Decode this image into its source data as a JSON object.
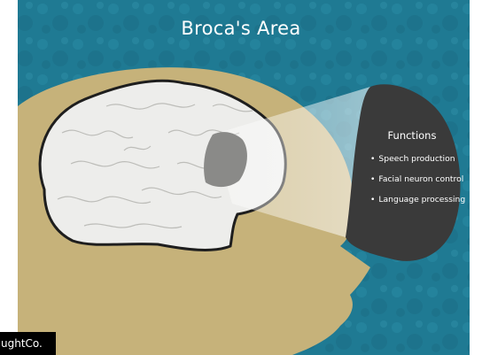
{
  "title": "Broca's Area",
  "functions": {
    "heading": "Functions",
    "items": [
      "Speech production",
      "Facial neuron control",
      "Language processing"
    ]
  },
  "brand": "ughtCo.",
  "colors": {
    "background": "#1f7a93",
    "head_skin": "#c6b27a",
    "brain": "#ededeb",
    "broca_highlight": "#8a8a88",
    "functions_panel": "#3a3a3a"
  }
}
